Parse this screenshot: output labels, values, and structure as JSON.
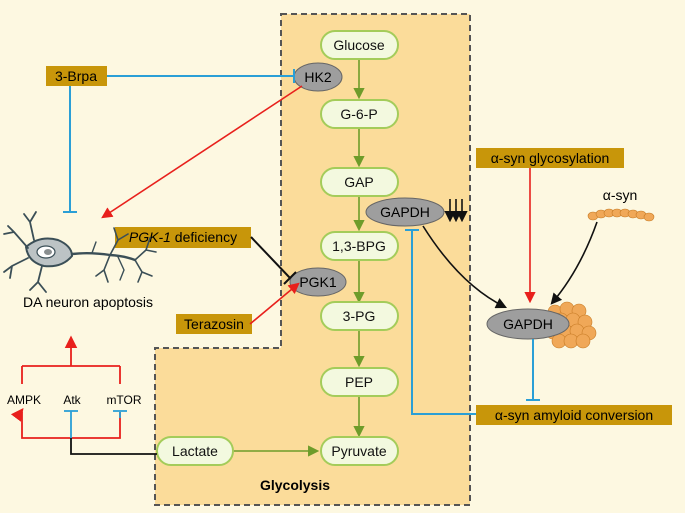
{
  "diagram": {
    "region_label": "Glycolysis",
    "metabolites": {
      "glucose": "Glucose",
      "g6p": "G-6-P",
      "gap": "GAP",
      "bpg": "1,3-BPG",
      "pg3": "3-PG",
      "pep": "PEP",
      "pyruvate": "Pyruvate",
      "lactate": "Lactate"
    },
    "enzymes": {
      "hk2": "HK2",
      "gapdh": "GAPDH",
      "pgk1": "PGK1",
      "gapdh_aggregate": "GAPDH"
    },
    "regulators": {
      "brpa": "3-Brpa",
      "pgk1_def_gene": "PGK-1",
      "pgk1_def_rest": " deficiency",
      "terazosin": "Terazosin",
      "asyn_glyco": "α-syn glycosylation",
      "asyn_amyloid": "α-syn amyloid conversion",
      "asyn": "α-syn"
    },
    "neuron_label": "DA neuron apoptosis",
    "signaling": {
      "ampk": "AMPK",
      "atk": "Atk",
      "mtor": "mTOR"
    },
    "colors": {
      "panel": "#fbdc9a",
      "pill_fill": "#f3f9df",
      "pill_border": "#a4cc5a",
      "pathway_arrow": "#6e9c2a",
      "enzyme_fill": "#9e9e9e",
      "tag_fill": "#c8960a",
      "inhibit": "#2a9fd6",
      "activate": "#e8201c",
      "bead": "#f0a858"
    }
  }
}
